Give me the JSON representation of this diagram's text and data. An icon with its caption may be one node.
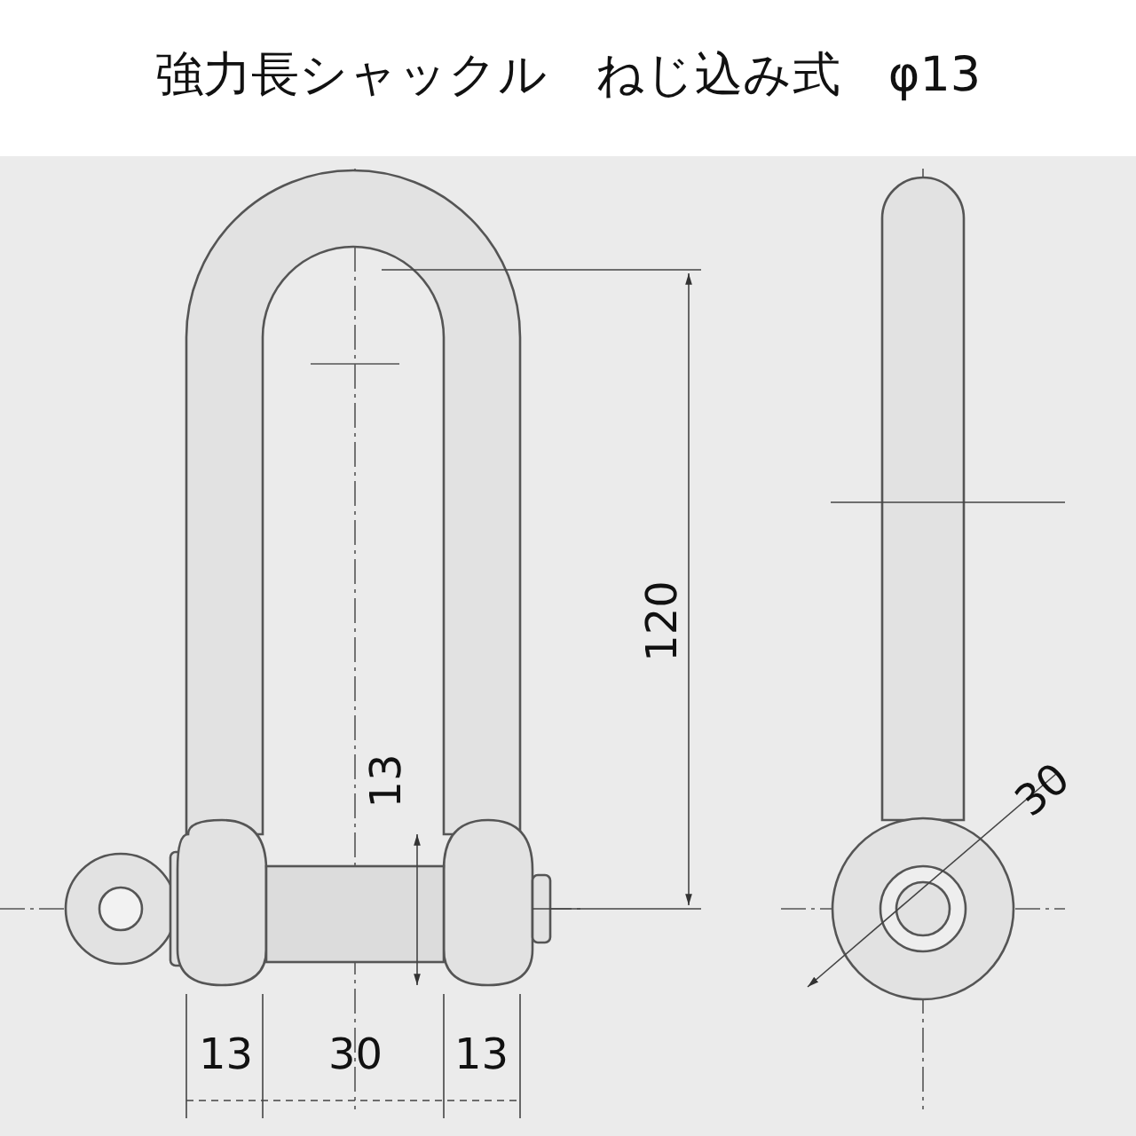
{
  "diagram": {
    "title": "強力長シャックル　ねじ込み式　φ13",
    "labels": [
      "120",
      "13",
      "30",
      "13",
      "30",
      "13"
    ]
  }
}
